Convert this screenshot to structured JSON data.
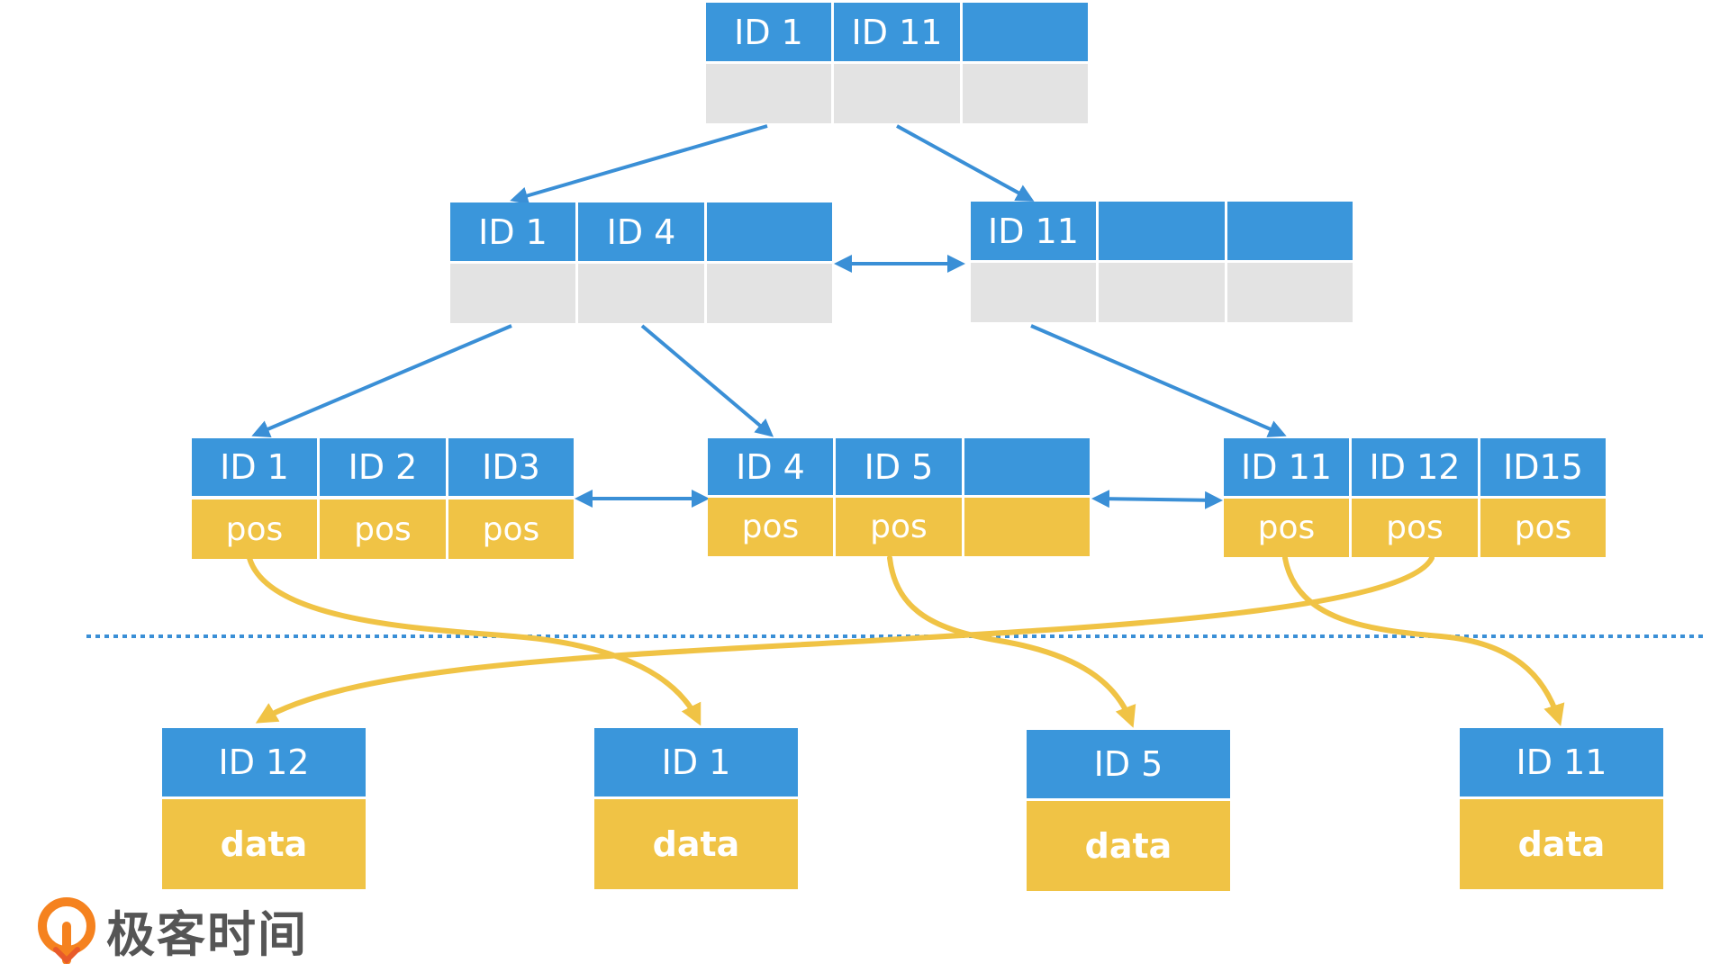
{
  "colors": {
    "key_blue": "#3a96db",
    "child_gray": "#e3e3e3",
    "pointer_yellow": "#f0c345",
    "tree_arrow": "#3a8fd6",
    "divider": "#3a8fd6",
    "logo_orange": "#f5821f",
    "logo_text": "#555555"
  },
  "tree": {
    "root": {
      "keys": [
        "ID 1",
        "ID 11",
        ""
      ]
    },
    "internal": [
      {
        "keys": [
          "ID 1",
          "ID 4",
          ""
        ]
      },
      {
        "keys": [
          "ID 11",
          "",
          ""
        ]
      }
    ],
    "leaves": [
      {
        "keys": [
          "ID 1",
          "ID 2",
          "ID3"
        ],
        "ptrs": [
          "pos",
          "pos",
          "pos"
        ]
      },
      {
        "keys": [
          "ID 4",
          "ID 5",
          ""
        ],
        "ptrs": [
          "pos",
          "pos",
          ""
        ]
      },
      {
        "keys": [
          "ID 11",
          "ID 12",
          "ID15"
        ],
        "ptrs": [
          "pos",
          "pos",
          "pos"
        ]
      }
    ]
  },
  "data_rows": [
    {
      "id": "ID 12",
      "value": "data"
    },
    {
      "id": "ID 1",
      "value": "data"
    },
    {
      "id": "ID 5",
      "value": "data"
    },
    {
      "id": "ID 11",
      "value": "data"
    }
  ],
  "logo": {
    "icon": "geektime-logo-icon",
    "text": "极客时间"
  }
}
